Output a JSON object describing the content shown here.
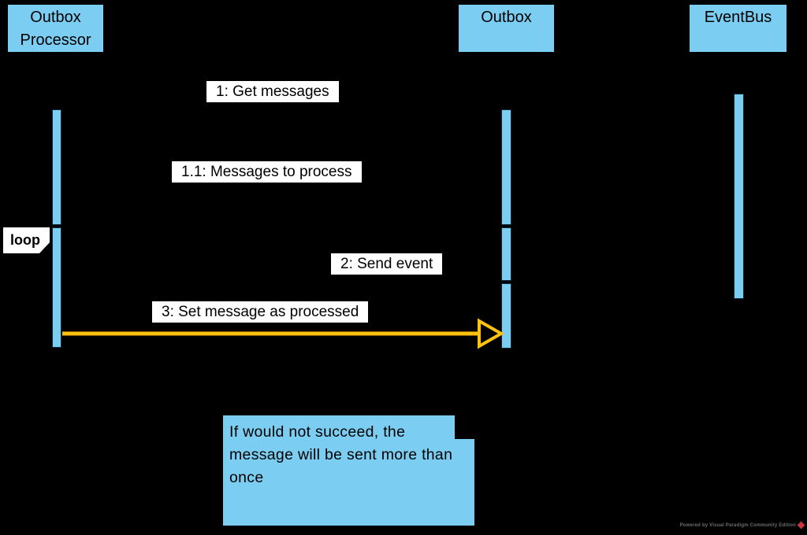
{
  "diagram": {
    "type": "uml-sequence-diagram",
    "background_color": "#000000",
    "shape_fill_color": "#7BCDF1",
    "return_arrow_color": "#FFC20E",
    "lifelines": [
      {
        "label": "Outbox Processor"
      },
      {
        "label": "Outbox"
      },
      {
        "label": "EventBus"
      }
    ],
    "messages": [
      {
        "label": "1: Get messages",
        "from": "Outbox Processor",
        "to": "Outbox"
      },
      {
        "label": "1.1: Messages to process",
        "from": "Outbox",
        "to": "Outbox Processor"
      },
      {
        "label": "2: Send event",
        "from": "Outbox Processor",
        "to": "Outbox"
      },
      {
        "label": "3: Set message as processed",
        "from": "Outbox Processor",
        "to": "Outbox"
      }
    ],
    "fragment": {
      "operator": "loop"
    },
    "note": {
      "text": "If would not succeed, the message will be sent more than once"
    },
    "watermark": {
      "text": "Powered by Visual Paradigm Community Edition"
    }
  }
}
